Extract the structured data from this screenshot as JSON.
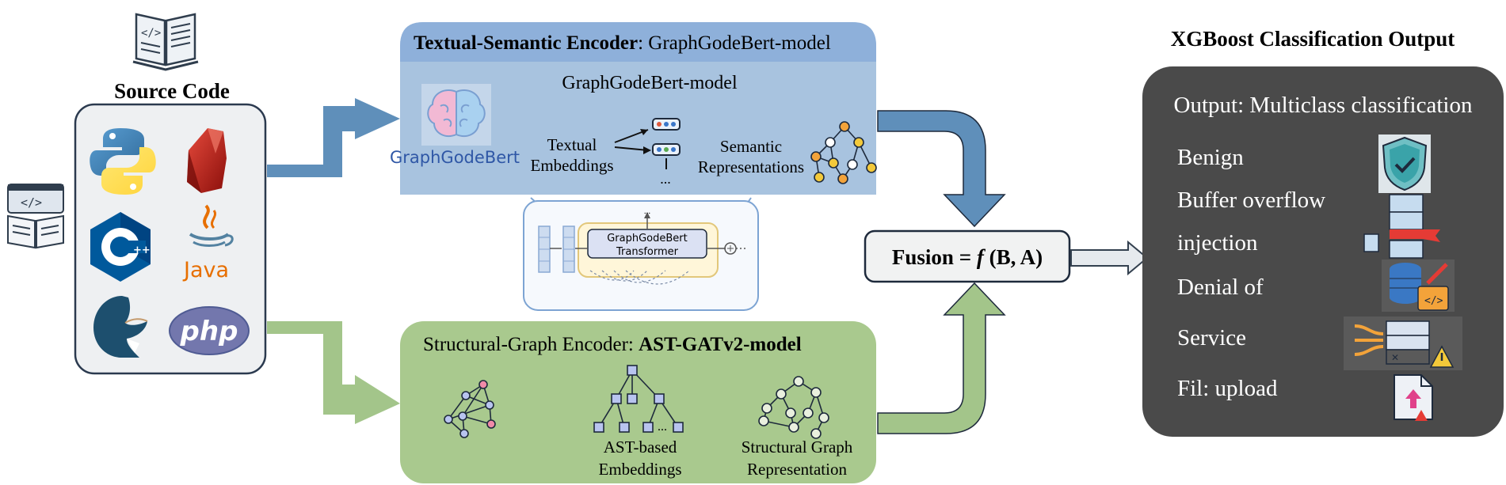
{
  "source": {
    "title": "Source Code",
    "languages": [
      "python",
      "ruby",
      "c++",
      "java",
      "mariadb",
      "php"
    ],
    "java_label": "Java",
    "php_label": "php"
  },
  "textual_encoder": {
    "title_bold": "Textual-Semantic Encoder",
    "title_rest": ": GraphGodeBert-model",
    "subtitle": "GraphGodeBert-model",
    "brand": "GraphGodeBert",
    "embeddings_l1": "Textual",
    "embeddings_l2": "Embeddings",
    "semantic_l1": "Semantic",
    "semantic_l2": "Representations",
    "ellipsis": "...",
    "transformer_l1": "GraphGodeBert",
    "transformer_l2": "Transformer",
    "transformer_dots": "..."
  },
  "structural_encoder": {
    "title_plain": "Structural-Graph Encoder: ",
    "title_bold": "AST-GATv2-model",
    "ast_l1": "AST-based",
    "ast_l2": "Embeddings",
    "graph_l1": "Structural Graph",
    "graph_l2": "Representation",
    "dots": "..."
  },
  "fusion": {
    "label_prefix": "Fusion = ",
    "label_f": "f",
    "label_suffix": " (B, A)"
  },
  "output": {
    "title": "XGBoost Classification Output",
    "heading": "Output: Multiclass classification",
    "classes": [
      "Benign",
      "Buffer overflow",
      "injection",
      "Denial of",
      "Service",
      "Fil: upload"
    ]
  },
  "colors": {
    "blue_box": "#a9c3df",
    "blue_header": "#8fb0d9",
    "blue_arrow": "#5c8bb6",
    "green_box": "#a9c98e",
    "green_arrow": "#a3c58a",
    "output_bg": "#4a4a4a",
    "fusion_bg": "#f1f2f2"
  }
}
